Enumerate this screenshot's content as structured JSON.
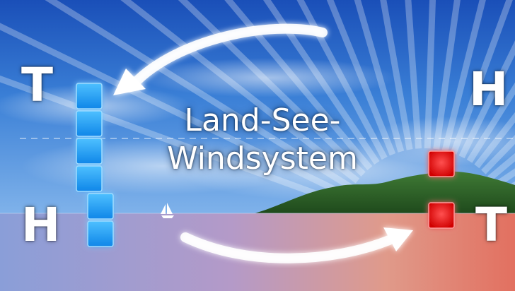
{
  "title": {
    "line1": "Land-See-",
    "line2": "Windsystem"
  },
  "pressure_labels": {
    "upper_left": "T",
    "upper_right": "H",
    "lower_left": "H",
    "lower_right": "T"
  },
  "colors": {
    "sea_column": "#2aa0f0",
    "land_column": "#e81010",
    "sky": "#2f6fd0",
    "land_ground": "#e07a6a",
    "hill": "#2f6a2a"
  },
  "icons": [
    "sailboat-icon",
    "arrow-upper-icon",
    "arrow-lower-icon"
  ]
}
